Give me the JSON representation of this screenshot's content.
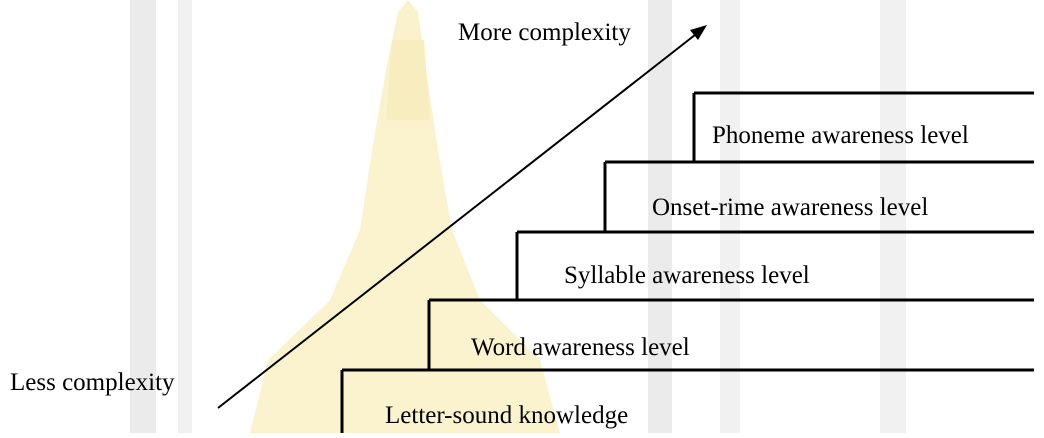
{
  "diagram": {
    "top_label": "More complexity",
    "bottom_label": "Less complexity",
    "steps": [
      {
        "label": "Letter-sound knowledge"
      },
      {
        "label": "Word awareness level"
      },
      {
        "label": "Syllable awareness level"
      },
      {
        "label": "Onset-rime awareness level"
      },
      {
        "label": "Phoneme awareness level"
      }
    ]
  },
  "watermark": {
    "colors": {
      "gold": "#f7e9a6",
      "gray": "#dcdcdc"
    }
  }
}
